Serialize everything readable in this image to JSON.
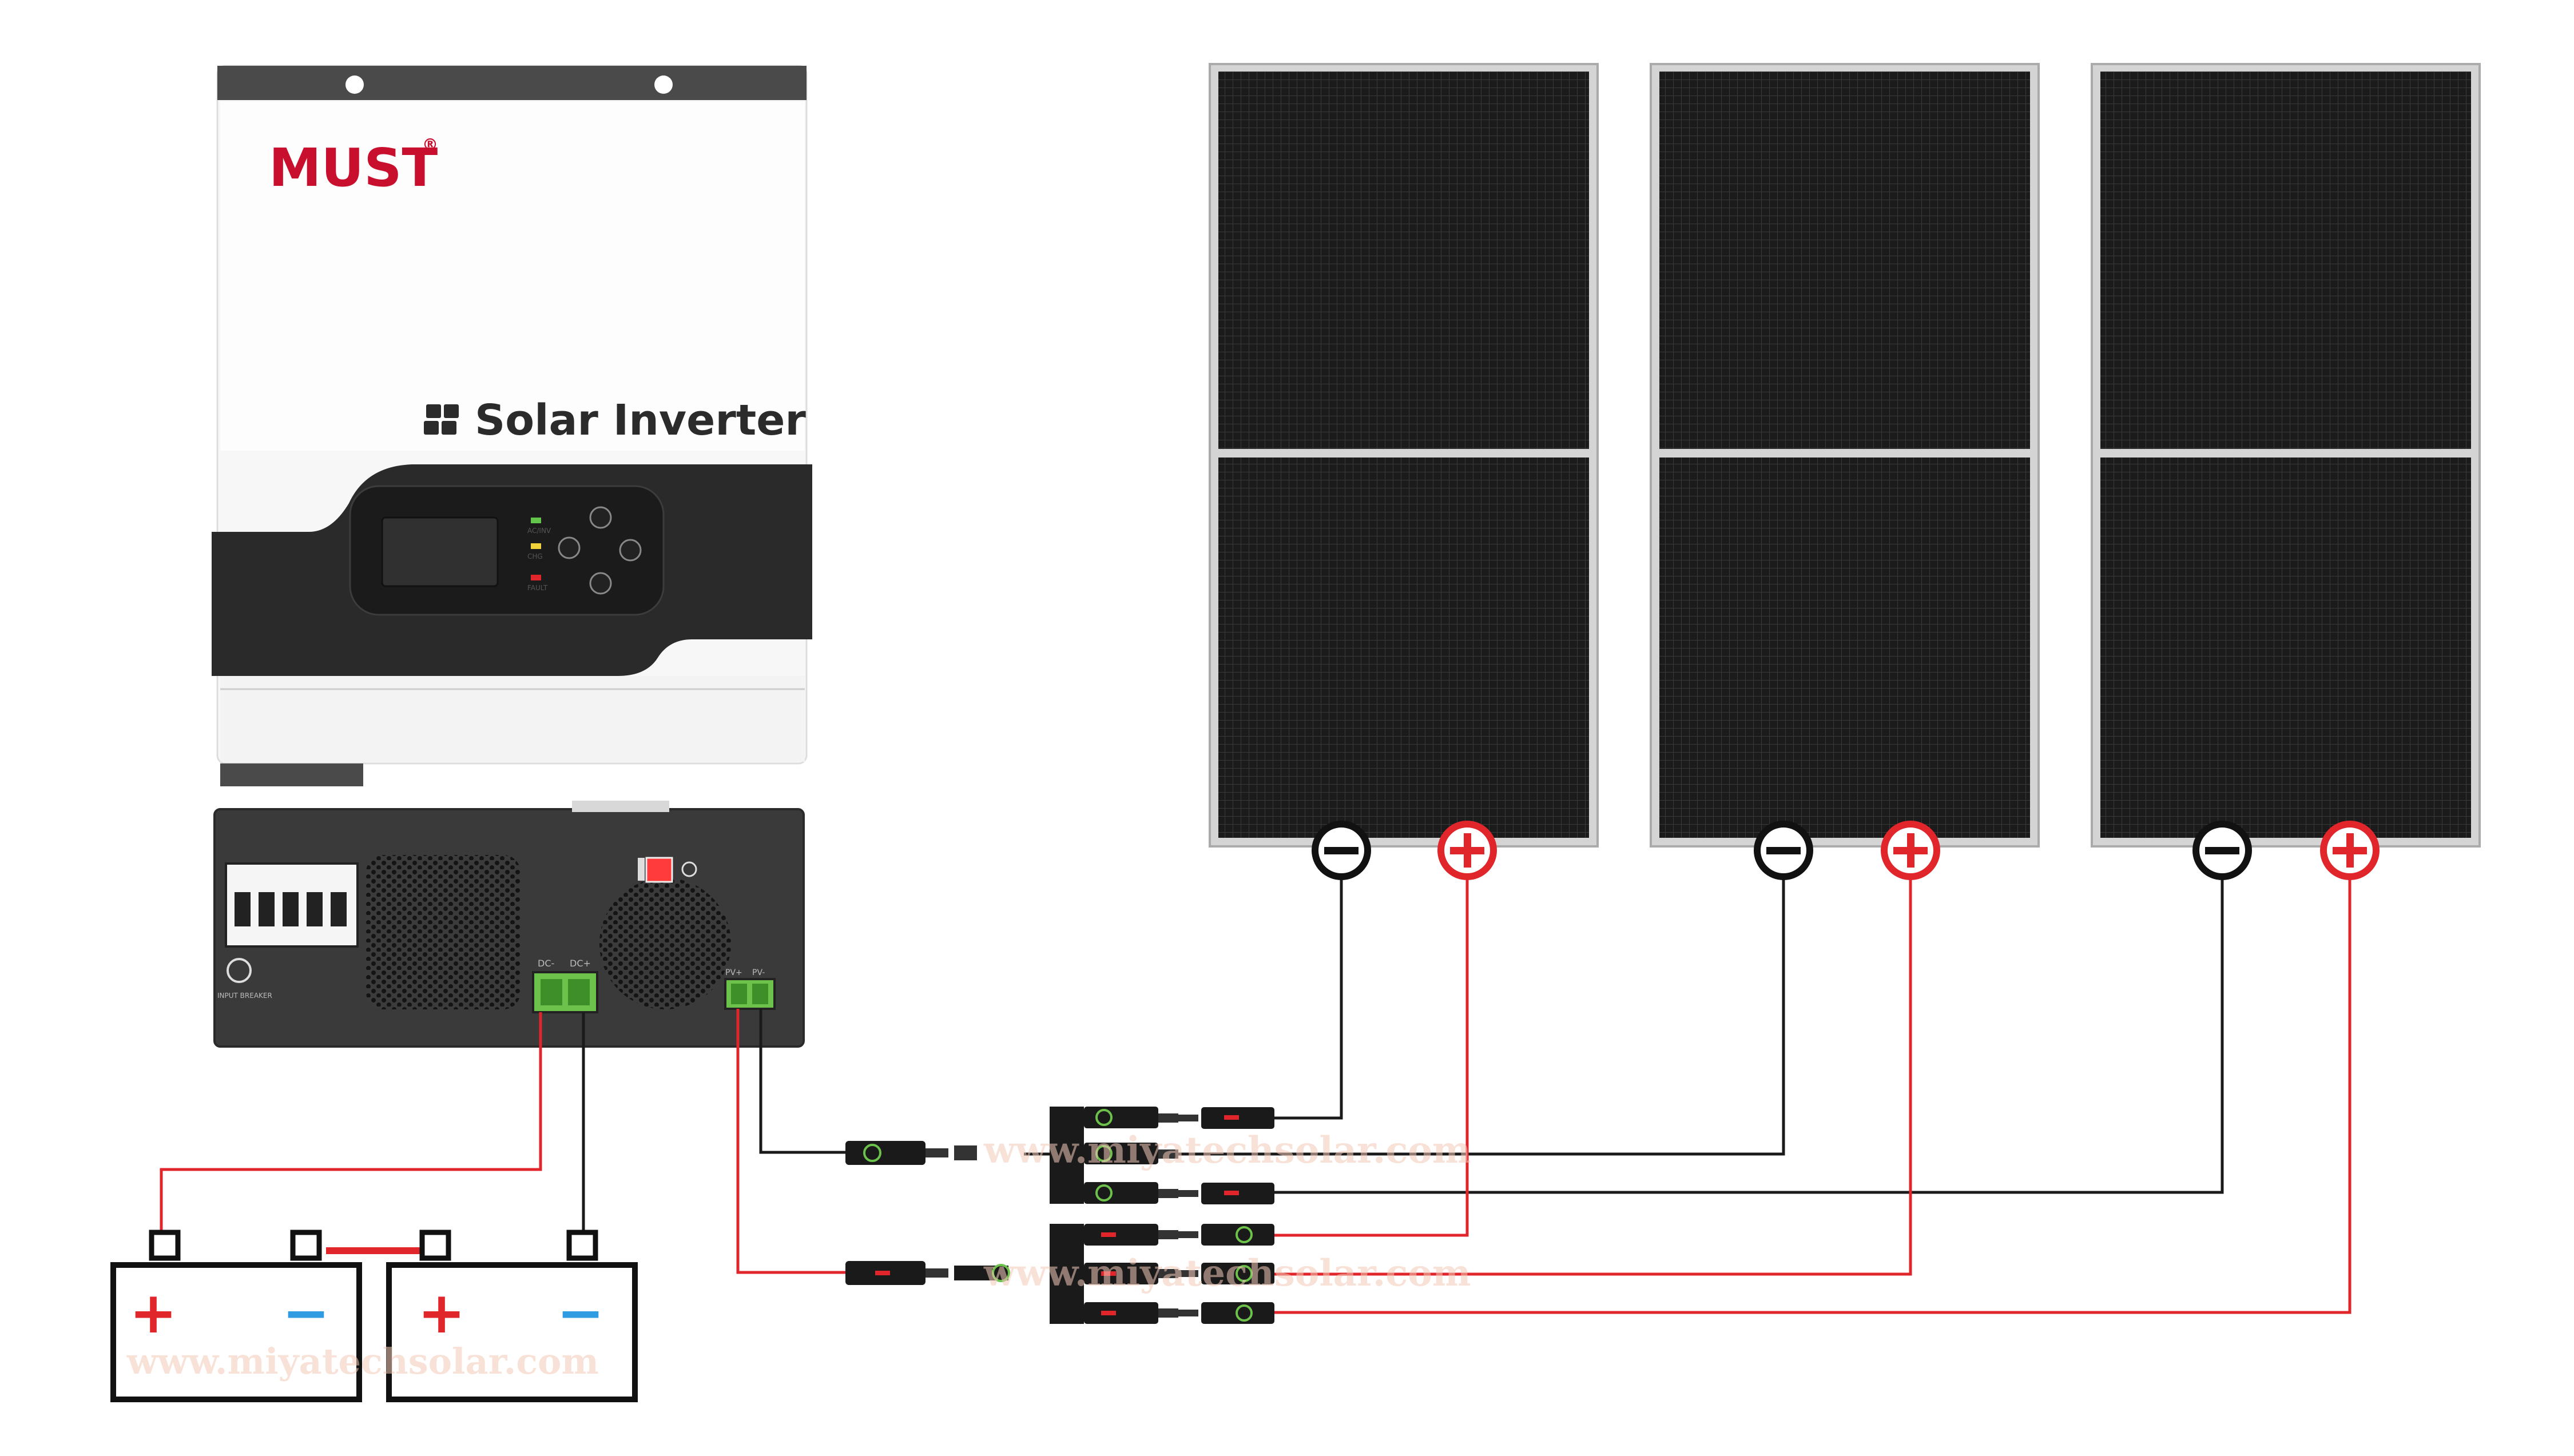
{
  "inverter": {
    "brand": "MUST",
    "brand_mark": "®",
    "product_title": "Solar Inverter",
    "leds": [
      "AC/INV",
      "CHG",
      "FAULT"
    ],
    "port_labels": [
      "DC-",
      "DC+",
      "PV+",
      "PV-"
    ],
    "colors": {
      "body": "#ffffff",
      "panel": "#2a2a2a",
      "base": "#3a3a3a",
      "terminal": "#6dc24b"
    }
  },
  "solar_panels": [
    {
      "negative_symbol": "−",
      "positive_symbol": "+"
    },
    {
      "negative_symbol": "−",
      "positive_symbol": "+"
    },
    {
      "negative_symbol": "−",
      "positive_symbol": "+"
    }
  ],
  "batteries": [
    {
      "positive_symbol": "+",
      "negative_symbol": "−"
    },
    {
      "positive_symbol": "+",
      "negative_symbol": "−"
    }
  ],
  "watermarks": [
    "www.miyatechsolar.com",
    "www.miyatechsolar.com",
    "www.miyatechsolar.com"
  ],
  "wire_colors": {
    "positive": "#e0252b",
    "negative": "#1a1a1a"
  }
}
